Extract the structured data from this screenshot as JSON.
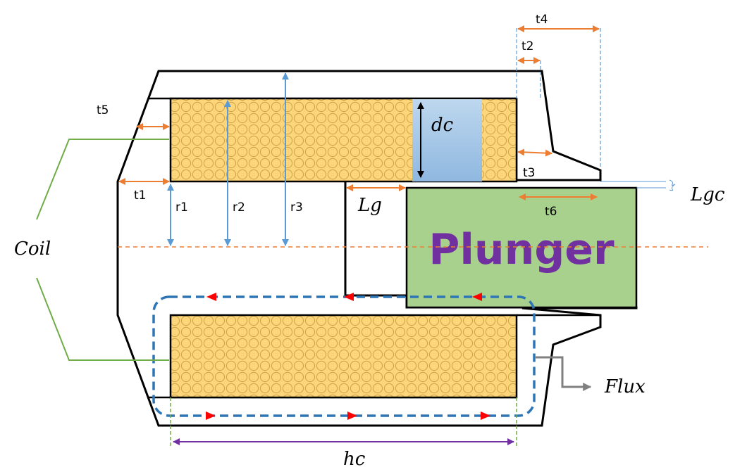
{
  "labels": {
    "coil": "Coil",
    "plunger": "Plunger",
    "dc": "dc",
    "lg": "Lg",
    "lgc": "Lgc",
    "hc": "hc",
    "flux": "Flux",
    "t1": "t1",
    "t2": "t2",
    "t3": "t3",
    "t4": "t4",
    "t5": "t5",
    "t6": "t6",
    "r1": "r1",
    "r2": "r2",
    "r3": "r3"
  },
  "colors": {
    "coil_fill": "#FFD57A",
    "coil_circle": "#C9A24A",
    "plunger_fill": "#A9D18E",
    "plunger_text": "#7030A0",
    "gap_fill": "#9DC3E6",
    "dim_orange": "#ED7D31",
    "dim_blue": "#5B9BD5",
    "flux_path": "#2E75B6",
    "flux_arrow": "#FF0000",
    "coil_leader": "#70AD47",
    "hc_dim": "#7030A0",
    "flux_pointer": "#808080"
  }
}
